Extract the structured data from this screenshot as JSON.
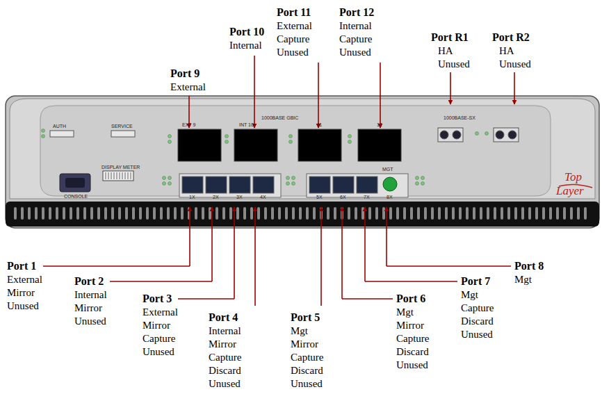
{
  "diagram": {
    "labels": [
      "Port 9",
      "External",
      "Port 10",
      "Internal",
      "Port 11",
      "External Capture Unused",
      "Port 12",
      "Internal Capture Unused",
      "Port R1",
      "HA Unused",
      "Port R2",
      "HA Unused",
      "Port 1",
      "External Mirror Unused",
      "Port 2",
      "Internal Mirror Unused",
      "Port 3",
      "External Mirror Capture Unused",
      "Port 4",
      "Internal Mirror Capture Discard Unused",
      "Port 5",
      "Mgt Mirror Capture Discard Unused",
      "Port 6",
      "Mgt Mirror Capture Discard Unused",
      "Port 7",
      "Mgt Capture Discard Unused",
      "Port 8",
      "Mgt",
      "AUTH",
      "SERVICE",
      "CONSOLE",
      "DISPLAY METER",
      "EXT 9",
      "INT 10",
      "11",
      "12",
      "1000BASE GBIC",
      "1000BASE-SX",
      "1X",
      "2X",
      "3X",
      "4X",
      "5X",
      "6X",
      "7X",
      "8X",
      "MGT",
      "Top",
      "Layer"
    ]
  }
}
